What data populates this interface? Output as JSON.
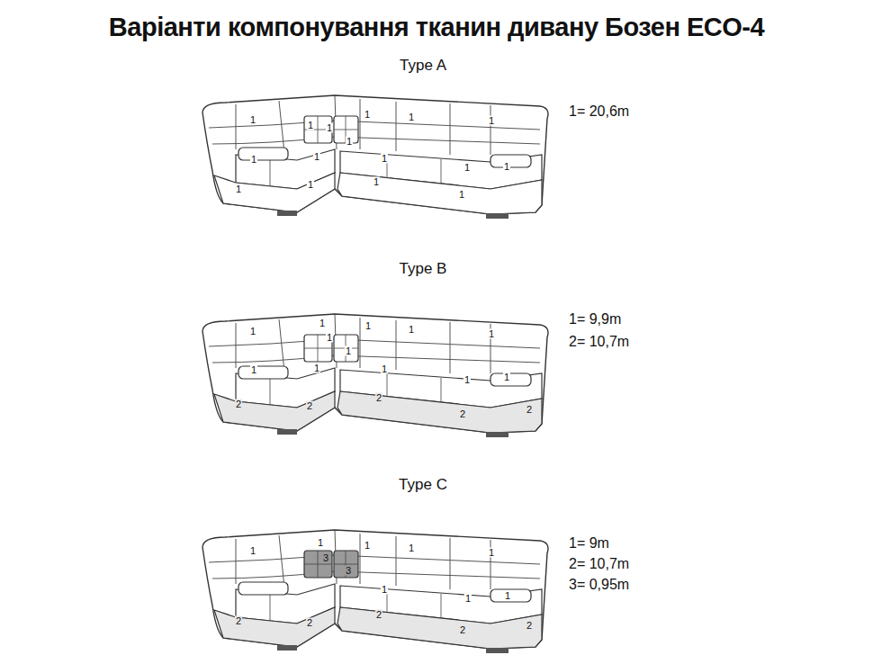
{
  "diagram": {
    "title": "Варіанти компонування тканин дивану Бозен ECO-4",
    "labels": [
      "Type A",
      "1",
      "1",
      "1",
      "1",
      "1",
      "1",
      "1",
      "1",
      "1",
      "1",
      "1",
      "1",
      "1",
      "1",
      "1",
      "1",
      "1= 20,6m",
      "Type B",
      "1",
      "1",
      "1",
      "1",
      "1",
      "1",
      "1",
      "1",
      "1",
      "1",
      "1",
      "1",
      "2",
      "2",
      "2",
      "2",
      "2",
      "1= 9,9m",
      "2= 10,7m",
      "Type C",
      "1",
      "1",
      "1",
      "1",
      "1",
      "1",
      "1",
      "1",
      "3",
      "3",
      "2",
      "2",
      "2",
      "2",
      "2",
      "1= 9m",
      "2= 10,7m",
      "3= 0,95m"
    ]
  }
}
